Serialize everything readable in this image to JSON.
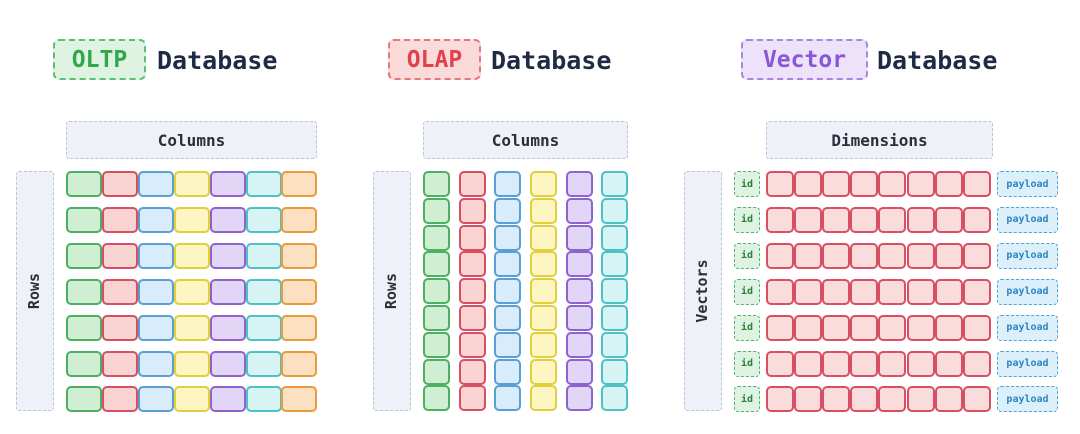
{
  "colors": {
    "green": {
      "bg": "#cfeed2",
      "border": "#4caf62"
    },
    "red": {
      "bg": "#fad3d3",
      "border": "#d84e63"
    },
    "blue": {
      "bg": "#d8ecfb",
      "border": "#5a9fd4"
    },
    "yellow": {
      "bg": "#fdf6c3",
      "border": "#e2cf3a"
    },
    "purple": {
      "bg": "#e2d6f7",
      "border": "#8e63d0"
    },
    "teal": {
      "bg": "#d6f4f4",
      "border": "#4cc2c2"
    },
    "orange": {
      "bg": "#fbe0c2",
      "border": "#e89a3c"
    }
  },
  "oltp": {
    "tag": "OLTP",
    "tag_color": "#2ea84a",
    "word": "Database",
    "header": "Columns",
    "side": "Rows"
  },
  "olap": {
    "tag": "OLAP",
    "tag_color": "#e0424c",
    "word": "Database",
    "header": "Columns",
    "side": "Rows"
  },
  "vector": {
    "tag": "Vector",
    "tag_color": "#8b57d6",
    "word": "Database",
    "header": "Dimensions",
    "side": "Vectors",
    "id_label": "id",
    "payload_label": "payload"
  }
}
